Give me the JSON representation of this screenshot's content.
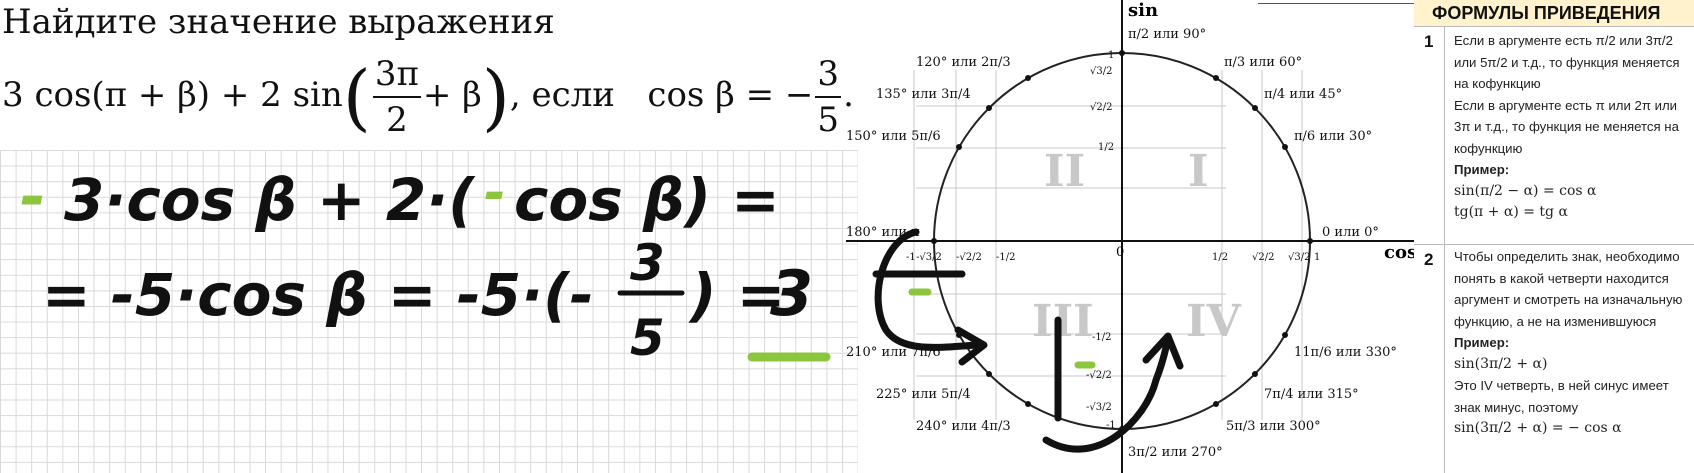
{
  "task": {
    "title": "Найдите значение выражения",
    "expr_part1": "3 cos(π + β) + 2 sin",
    "frac_num": "3π",
    "frac_den": "2",
    "expr_part2": "+ β",
    "expr_part3": ", если",
    "condition": "cos β = −",
    "cond_num": "3",
    "cond_den": "5",
    "cond_end": "."
  },
  "solution": {
    "line1": {
      "minus1": "-",
      "a": "3·cos β + 2·(",
      "minus2": "-",
      "b": "cos β) ="
    },
    "line2": {
      "a": "= -5·cos β = -5·(-",
      "num": "3",
      "den": "5",
      "b": ") =",
      "answer": "3"
    },
    "colors": {
      "ink": "#111111",
      "highlight": "#8cc63f"
    }
  },
  "unit_circle": {
    "axis_x": "cos",
    "axis_y": "sin",
    "quarters": [
      "I",
      "II",
      "III",
      "IV"
    ],
    "angles": {
      "a0": "0 или 0°",
      "a30": "π/6 или 30°",
      "a45": "π/4 или 45°",
      "a60": "π/3 или 60°",
      "a90": "π/2 или 90°",
      "a120": "120° или 2π/3",
      "a135": "135° или 3π/4",
      "a150": "150° или 5π/6",
      "a180": "180° или π",
      "a210": "210° или 7π/6",
      "a225": "225° или 5π/4",
      "a240": "240° или 4π/3",
      "a270": "3π/2 или 270°",
      "a300": "5π/3 или 300°",
      "a315": "7π/4 или 315°",
      "a330": "11π/6 или 330°"
    },
    "tick_labels": {
      "x_neg1": "-1",
      "x_neg_r3": "-√3/2",
      "x_neg_r2": "-√2/2",
      "x_neg_half": "-1/2",
      "x_half": "1/2",
      "x_r2": "√2/2",
      "x_r3": "√3/2",
      "x_1": "1",
      "y_1": "1",
      "y_r3": "√3/2",
      "y_r2": "√2/2",
      "y_half": "1/2",
      "y_neg_half": "-1/2",
      "y_neg_r2": "-√2/2",
      "y_neg_r3": "-√3/2",
      "y_neg1": "-1",
      "origin": "0"
    },
    "colors": {
      "quarter_text": "#c8c8c8",
      "circle": "#222222"
    }
  },
  "formulas": {
    "title": "ФОРМУЛЫ ПРИВЕДЕНИЯ",
    "rule1": {
      "num": "1",
      "text1": "Если в аргументе есть π/2 или 3π/2 или 5π/2 и т.д., то функция меняется на кофункцию",
      "text2": "Если в аргументе есть π или 2π или 3π и т.д., то функция не меняется на кофункцию",
      "example_label": "Пример:",
      "ex1": "sin(π/2 − α) = cos α",
      "ex2": "tg(π + α) = tg α"
    },
    "rule2": {
      "num": "2",
      "text1": "Чтобы определить знак, необходимо понять в какой четверти находится аргумент и смотреть на изначальную функцию, а не на изменившуюся",
      "example_label": "Пример:",
      "ex1": "sin(3π/2 + α)",
      "text2": "Это IV четверть, в ней синус имеет знак минус, поэтому",
      "ex2": "sin(3π/2 + α) = − cos α"
    },
    "colors": {
      "title_bg": "#fff2cc"
    }
  }
}
